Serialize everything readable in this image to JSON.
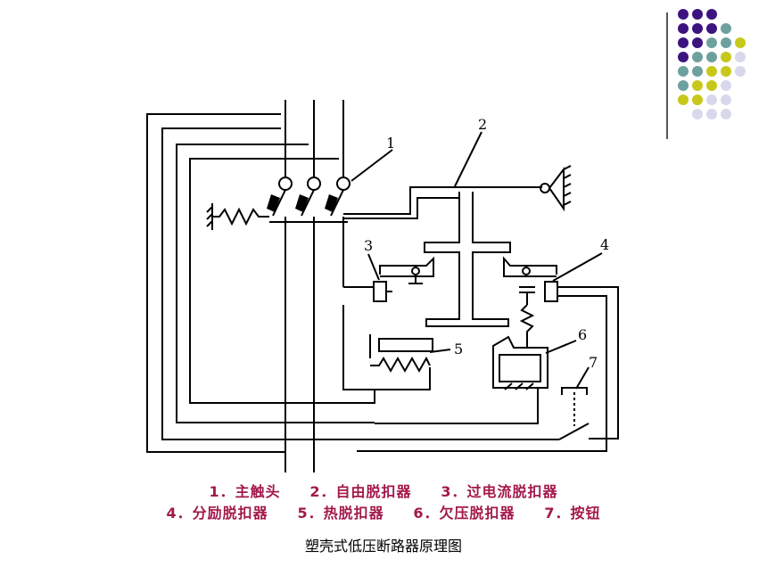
{
  "labels": {
    "n1": "1",
    "n2": "2",
    "n3": "3",
    "n4": "4",
    "n5": "5",
    "n6": "6",
    "n7": "7"
  },
  "legend": {
    "row1": "1．主触头     2．自由脱扣器     3．过电流脱扣器",
    "row2": "4．分励脱扣器     5．热脱扣器     6．欠压脱扣器     7．按钮"
  },
  "caption": "塑壳式低压断路器原理图",
  "colors": {
    "legend_text": "#a3184a",
    "dot_purple": "#3d1380",
    "dot_teal": "#6fa0a0",
    "dot_yellow": "#c8c81a",
    "dot_lavender": "#d8d8ec"
  },
  "dot_grid": [
    [
      "dot_purple",
      "dot_purple",
      "dot_purple",
      "",
      ""
    ],
    [
      "dot_purple",
      "dot_purple",
      "dot_purple",
      "dot_teal",
      ""
    ],
    [
      "dot_purple",
      "dot_purple",
      "dot_teal",
      "dot_teal",
      "dot_yellow"
    ],
    [
      "dot_purple",
      "dot_teal",
      "dot_teal",
      "dot_yellow",
      "dot_lavender"
    ],
    [
      "dot_teal",
      "dot_teal",
      "dot_yellow",
      "dot_yellow",
      "dot_lavender"
    ],
    [
      "dot_teal",
      "dot_yellow",
      "dot_yellow",
      "dot_lavender",
      ""
    ],
    [
      "dot_yellow",
      "dot_yellow",
      "dot_lavender",
      "dot_lavender",
      ""
    ],
    [
      "",
      "dot_lavender",
      "dot_lavender",
      "dot_lavender",
      ""
    ]
  ]
}
